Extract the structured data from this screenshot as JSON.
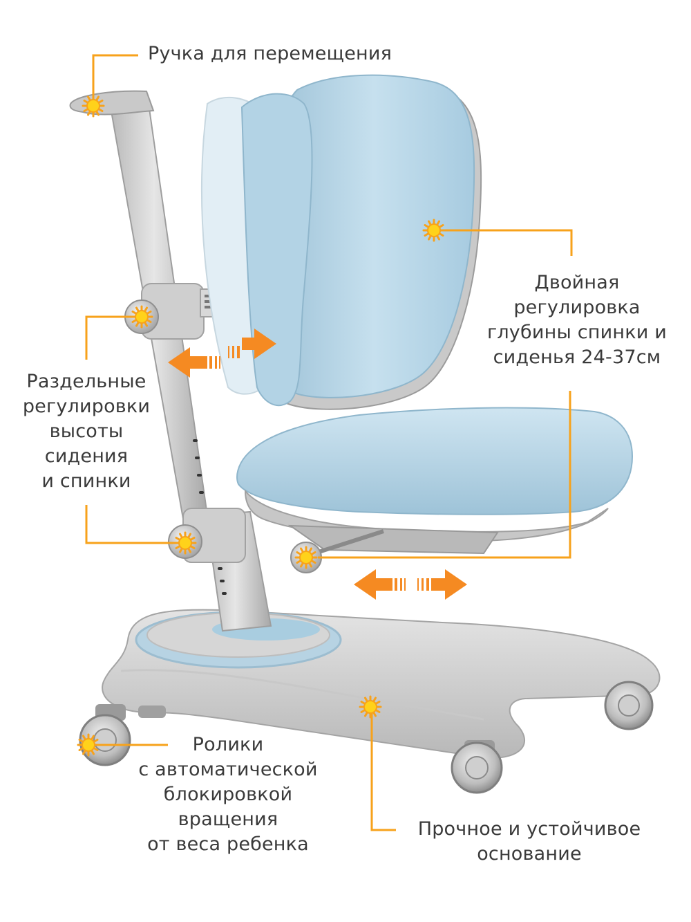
{
  "colors": {
    "accent": "#f7a21b",
    "marker_core": "#ffd21a",
    "upholstery": "#bcd9e8",
    "frame": "#cfcfcf",
    "frame_dark": "#a9a9a9",
    "arrow": "#f58a22",
    "text": "#3a3a3a"
  },
  "callouts": {
    "handle": {
      "lines": [
        "Ручка для перемещения"
      ]
    },
    "depth": {
      "lines": [
        "Двойная",
        "регулировка",
        "глубины спинки и",
        "сиденья 24-37см"
      ]
    },
    "height": {
      "lines": [
        "Раздельные",
        "регулировки",
        "высоты",
        "сидения",
        "и спинки"
      ]
    },
    "casters": {
      "lines": [
        "Ролики",
        "с автоматической",
        "блокировкой",
        "вращения",
        "от веса ребенка"
      ]
    },
    "base": {
      "lines": [
        "Прочное и устойчивое",
        "основание"
      ]
    }
  }
}
